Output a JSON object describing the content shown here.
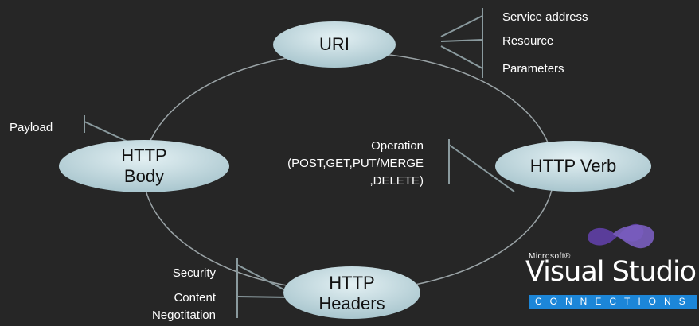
{
  "nodes": {
    "uri": "URI",
    "verb": "HTTP Verb",
    "body": [
      "HTTP",
      "Body"
    ],
    "headers": [
      "HTTP",
      "Headers"
    ]
  },
  "uri_items": [
    "Service address",
    "Resource",
    "Parameters"
  ],
  "payload": "Payload",
  "operation": [
    "Operation",
    "(POST,GET,PUT/MERGE",
    ",DELETE)"
  ],
  "header_items": {
    "security": "Security",
    "content": [
      "Content",
      "Negotitation"
    ]
  },
  "logo": {
    "microsoft": "Microsoft®",
    "product": "Visual Studio",
    "tagline": "CONNECTIONS"
  },
  "colors": {
    "background": "#262626",
    "node_fill": "#c6dde3",
    "connector": "#8a9a9e",
    "logo_band": "#1c86d8"
  }
}
